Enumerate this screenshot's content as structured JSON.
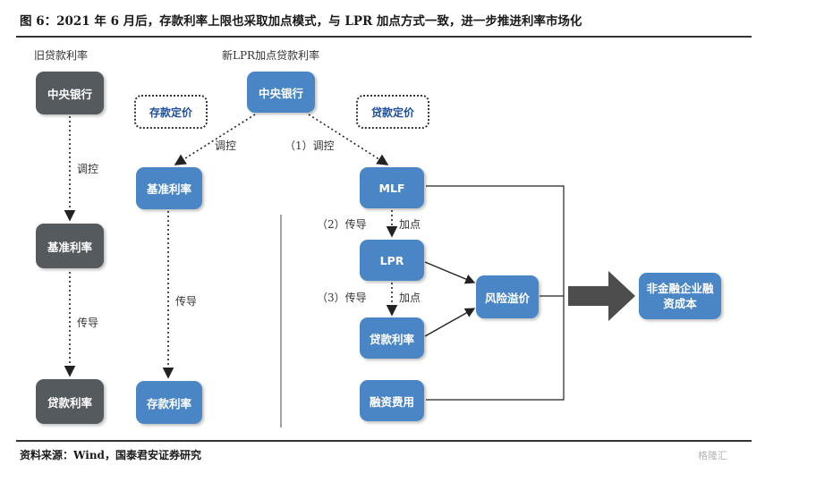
{
  "title": "图 6：2021 年 6 月后，存款利率上限也采取加点模式，与 LPR 加点方式一致，进一步推进利率市场化",
  "source": "资料来源：Wind，国泰君安证券研究",
  "watermark": "格隆汇",
  "headers": {
    "old": "旧贷款利率",
    "new": "新LPR加点贷款利率"
  },
  "boxes": {
    "old_central_bank": "中央银行",
    "old_benchmark": "基准利率",
    "old_loan_rate": "贷款利率",
    "new_central_bank": "中央银行",
    "deposit_pricing": "存款定价",
    "loan_pricing": "贷款定价",
    "deposit_benchmark": "基准利率",
    "deposit_rate": "存款利率",
    "mlf": "MLF",
    "lpr": "LPR",
    "new_loan_rate": "贷款利率",
    "financing_fee": "融资费用",
    "risk_premium": "风险溢价",
    "corp_cost": "非金融企业融资成本"
  },
  "edge_labels": {
    "old_control": "调控",
    "old_transmit": "传导",
    "deposit_control": "调控",
    "deposit_transmit": "传导",
    "mlf_control": "（1）调控",
    "step2": "（2）传导",
    "step2_markup": "加点",
    "step3": "（3）传导",
    "step3_markup": "加点"
  },
  "colors": {
    "gray_box": "#555a5e",
    "blue_box": "#4a86c5",
    "arrow_big": "#4d4d4d"
  }
}
